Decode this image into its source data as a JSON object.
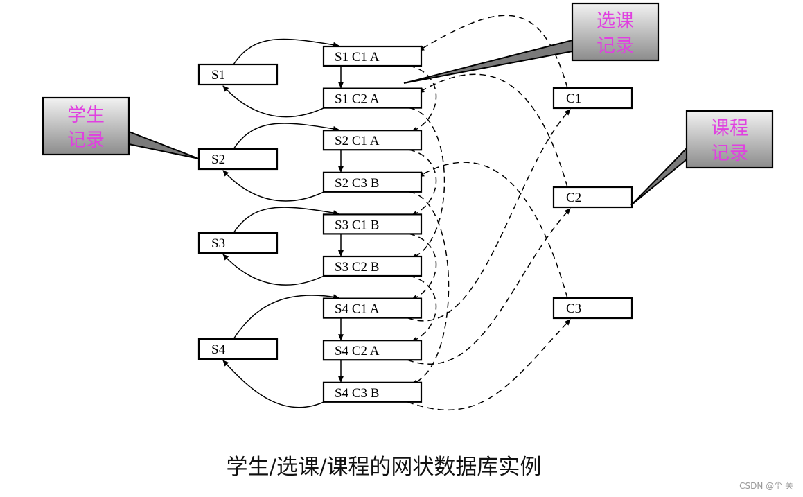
{
  "students": [
    "S1",
    "S2",
    "S3",
    "S4"
  ],
  "courses": [
    "C1",
    "C2",
    "C3"
  ],
  "enrollments": [
    {
      "s": "S1",
      "c": "C1",
      "g": "A"
    },
    {
      "s": "S1",
      "c": "C2",
      "g": "A"
    },
    {
      "s": "S2",
      "c": "C1",
      "g": "A"
    },
    {
      "s": "S2",
      "c": "C3",
      "g": "B"
    },
    {
      "s": "S3",
      "c": "C1",
      "g": "B"
    },
    {
      "s": "S3",
      "c": "C2",
      "g": "B"
    },
    {
      "s": "S4",
      "c": "C1",
      "g": "A"
    },
    {
      "s": "S4",
      "c": "C2",
      "g": "A"
    },
    {
      "s": "S4",
      "c": "C3",
      "g": "B"
    }
  ],
  "callouts": {
    "student": [
      "学生",
      "记录"
    ],
    "enrollment": [
      "选课",
      "记录"
    ],
    "course": [
      "课程",
      "记录"
    ]
  },
  "caption": "学生/选课/课程的网状数据库实例",
  "watermark": "CSDN @尘  关",
  "colors": {
    "callout_text": "#e040e0",
    "line": "#000000"
  }
}
